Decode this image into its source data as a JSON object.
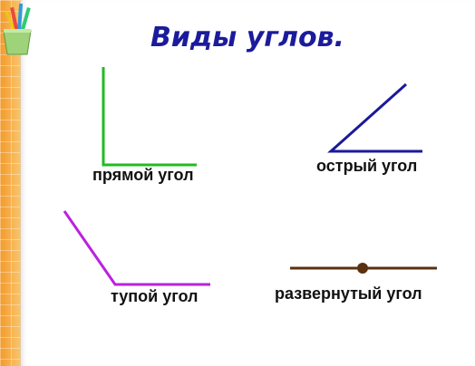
{
  "title": "Виды углов.",
  "angles": [
    {
      "id": "right",
      "label": "прямой угол",
      "color": "#22bb22"
    },
    {
      "id": "acute",
      "label": "острый угол",
      "color": "#1a1a99"
    },
    {
      "id": "obtuse",
      "label": "тупой угол",
      "color": "#bb22dd"
    },
    {
      "id": "straight",
      "label": "развернутый угол",
      "color": "#5a3010"
    }
  ],
  "decoration": {
    "pencil_cup": "pencil-cup-icon"
  }
}
